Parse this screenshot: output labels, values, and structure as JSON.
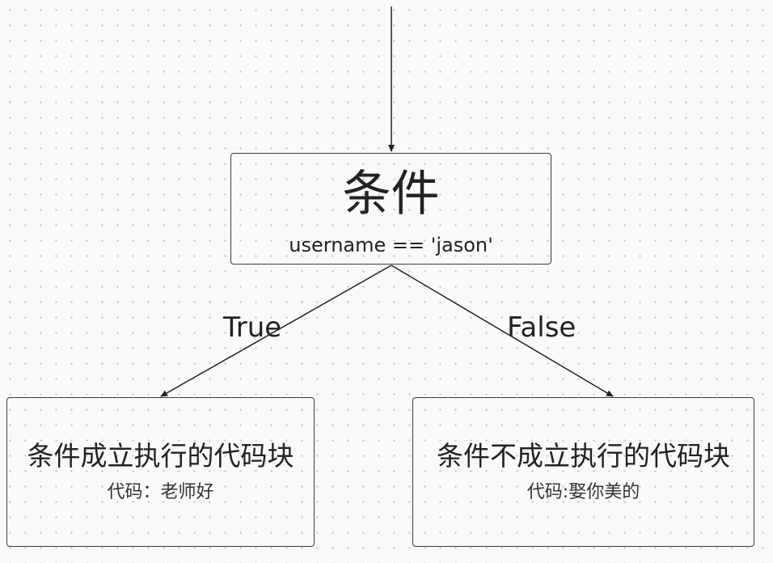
{
  "nodes": {
    "condition": {
      "title": "条件",
      "expression": "username == 'jason'"
    },
    "true_branch": {
      "title": "条件成立执行的代码块",
      "code": "代码：老师好"
    },
    "false_branch": {
      "title": "条件不成立执行的代码块",
      "code": "代码:娶你美的"
    }
  },
  "edges": {
    "true_label": "True",
    "false_label": "False"
  },
  "colors": {
    "line": "#222222",
    "border": "#3c3c3c",
    "text": "#222222"
  }
}
